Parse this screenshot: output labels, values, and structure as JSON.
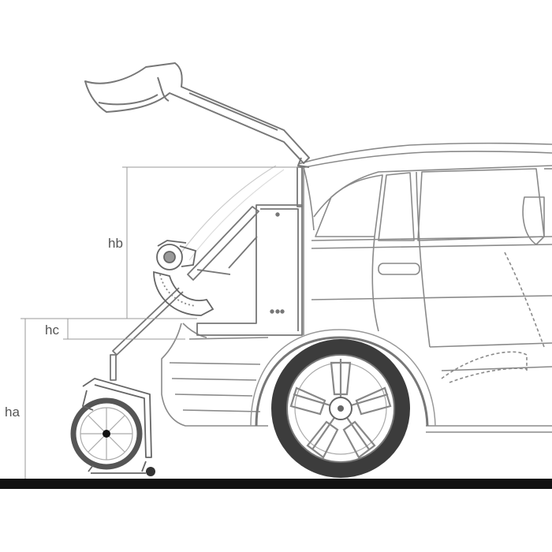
{
  "labels": {
    "ha": "ha",
    "hb": "hb",
    "hc": "hc"
  },
  "colors": {
    "line": "#8a8a8a",
    "dim_line": "#9a9a9a",
    "ground": "#111111",
    "tire": "#444444",
    "wheel_tire": "#5a5a5a"
  },
  "icons": {
    "vehicle": "suv-rear-side-outline-icon",
    "lift": "wheelchair-lift-crane-icon",
    "wheelchair": "folded-wheelchair-icon"
  }
}
